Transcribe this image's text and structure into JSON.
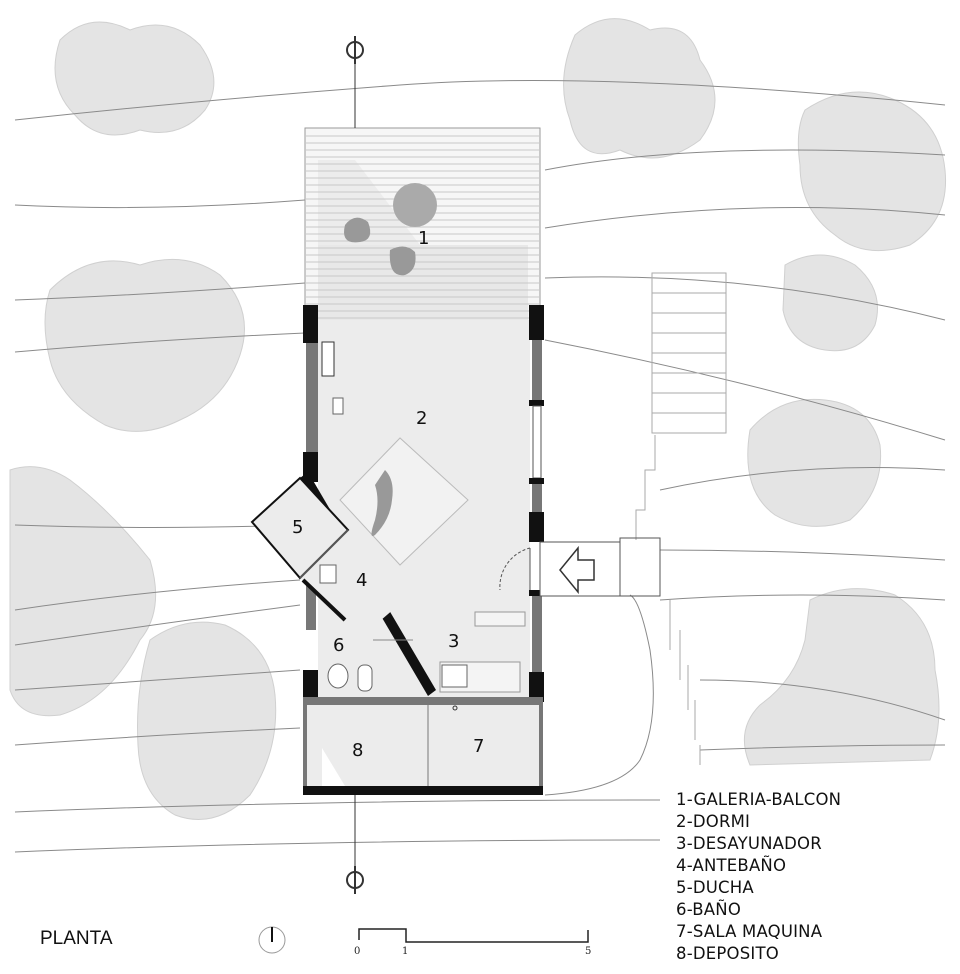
{
  "title": "PLANTA",
  "rooms": [
    {
      "num": "1",
      "name": "GALERIA-BALCON",
      "legend": "1-GALERIA-BALCON"
    },
    {
      "num": "2",
      "name": "DORMI",
      "legend": "2-DORMI"
    },
    {
      "num": "3",
      "name": "DESAYUNADOR",
      "legend": "3-DESAYUNADOR"
    },
    {
      "num": "4",
      "name": "ANTEBAÑO",
      "legend": "4-ANTEBAÑO"
    },
    {
      "num": "5",
      "name": "DUCHA",
      "legend": "5-DUCHA"
    },
    {
      "num": "6",
      "name": "BAÑO",
      "legend": "6-BAÑO"
    },
    {
      "num": "7",
      "name": "SALA MAQUINA",
      "legend": "7-SALA MAQUINA"
    },
    {
      "num": "8",
      "name": "DEPOSITO",
      "legend": "8-DEPOSITO"
    }
  ],
  "scale": {
    "ticks": [
      "0",
      "1",
      "5"
    ]
  },
  "colors": {
    "wall": "#111111",
    "floor": "#e9e9e9",
    "tree": "#e3e3e3",
    "contour": "#888888"
  }
}
